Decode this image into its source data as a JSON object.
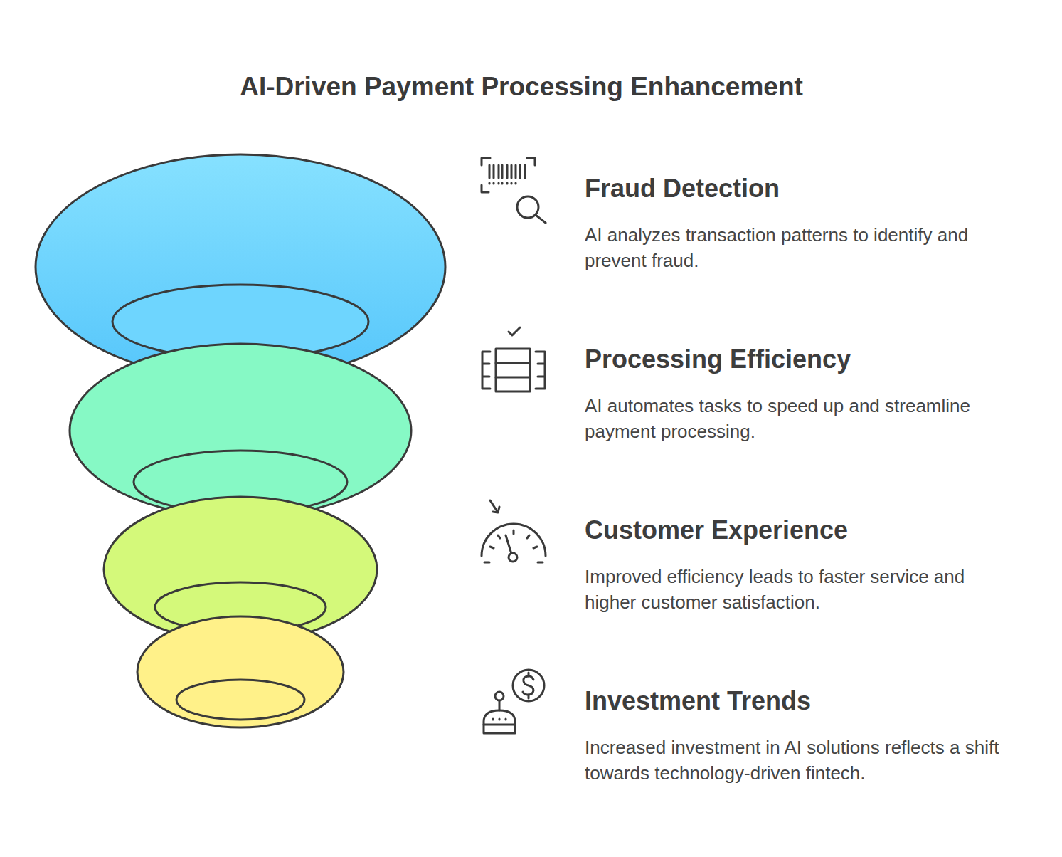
{
  "diagram": {
    "title": "AI-Driven Payment Processing Enhancement",
    "labels": [
      "Fraud Detection",
      "AI analyzes transaction patterns to identify and prevent fraud.",
      "Processing Efficiency",
      "AI automates tasks to speed up and streamline payment processing.",
      "Customer Experience",
      "Improved efficiency leads to faster service and higher customer satisfaction.",
      "Investment Trends",
      "Increased investment in AI solutions reflects a shift towards technology-driven fintech."
    ]
  }
}
